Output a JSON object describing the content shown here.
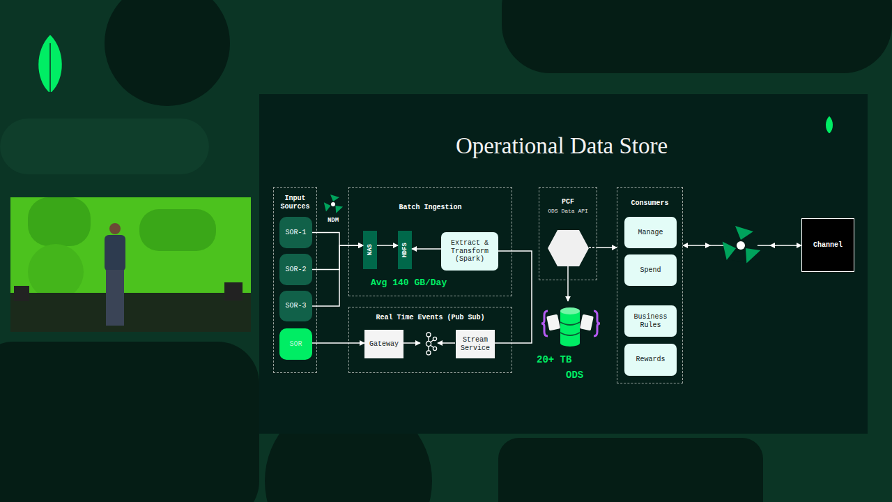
{
  "diagram": {
    "title": "Operational Data Store",
    "nodes": [
      {
        "text": [
          "Input Sources"
        ]
      },
      {
        "text": [
          "SOR-1"
        ],
        "in": 0
      },
      {
        "text": [
          "SOR-2"
        ],
        "in": 0
      },
      {
        "text": [
          "SOR-3"
        ],
        "in": 0
      },
      {
        "text": [
          "SOR"
        ],
        "in": 0
      },
      {
        "text": [
          "Batch Ingestion"
        ]
      },
      {
        "text": [
          "NAS"
        ],
        "in": 5
      },
      {
        "text": [
          "HDFS"
        ],
        "in": 5
      },
      {
        "text": [
          "Extract & Transform (Spark)"
        ],
        "in": 5
      },
      {
        "text": [
          "Real Time Events (Pub Sub)"
        ]
      },
      {
        "text": [
          "Gateway"
        ],
        "in": 9
      },
      {
        "text": [
          "Stream Service"
        ],
        "in": 9
      },
      {
        "text": [
          "PCF",
          "ODS Data API"
        ]
      },
      {
        "text": [
          "20+ TB",
          "ODS"
        ]
      },
      {
        "text": [
          "Consumers"
        ]
      },
      {
        "text": [
          "Manage"
        ],
        "in": 14
      },
      {
        "text": [
          "Spend"
        ],
        "in": 14
      },
      {
        "text": [
          "Business Rules"
        ],
        "in": 14
      },
      {
        "text": [
          "Rewards"
        ],
        "in": 14
      },
      {
        "text": [
          "Channel"
        ]
      }
    ],
    "edges": [
      {
        "from": 1,
        "to": 6,
        "arrow": "to"
      },
      {
        "from": 2,
        "to": 6,
        "arrow": "to"
      },
      {
        "from": 3,
        "to": 6,
        "arrow": "to"
      },
      {
        "from": 6,
        "to": 7,
        "arrow": "to"
      },
      {
        "from": 8,
        "to": 7,
        "arrow": "to"
      },
      {
        "from": 4,
        "to": 10,
        "arrow": "to"
      },
      {
        "from": 8,
        "to": 11,
        "arrow": "none"
      },
      {
        "from": 12,
        "to": 13,
        "arrow": "to"
      },
      {
        "from": 12,
        "to": 14,
        "arrow": "to"
      },
      {
        "from": 14,
        "to": 19,
        "arrow": "both"
      }
    ],
    "labels": [
      "NDM",
      "Avg 140 GB/Day"
    ]
  }
}
